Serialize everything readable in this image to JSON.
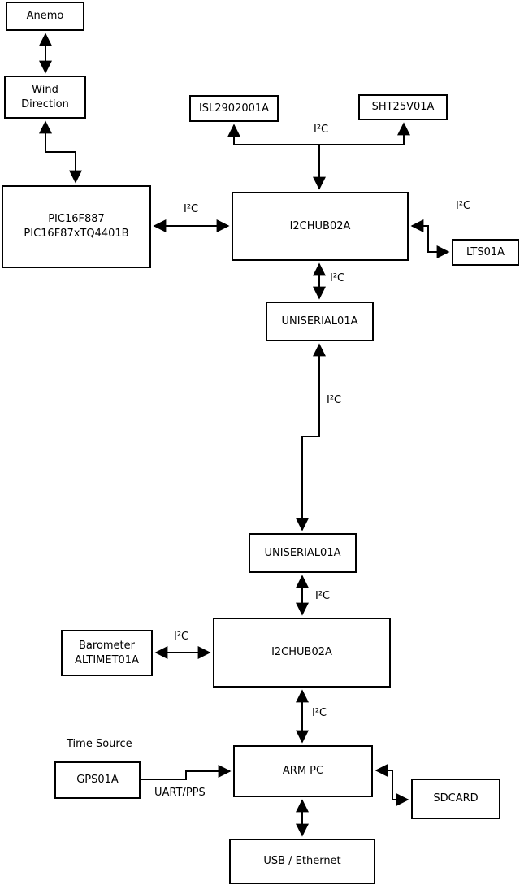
{
  "diagram": {
    "nodes": {
      "anemo": "Anemo",
      "wind_direction": [
        "Wind",
        "Direction"
      ],
      "pic": [
        "PIC16F887",
        "PIC16F87xTQ4401B"
      ],
      "isl": "ISL2902001A",
      "sht": "SHT25V01A",
      "hub1": "I2CHUB02A",
      "lts": "LTS01A",
      "uniserial1": "UNISERIAL01A",
      "uniserial2": "UNISERIAL01A",
      "hub2": "I2CHUB02A",
      "barometer": [
        "Barometer",
        "ALTIMET01A"
      ],
      "gps": "GPS01A",
      "arm_pc": "ARM PC",
      "sdcard": "SDCARD",
      "usb_ethernet": "USB / Ethernet"
    },
    "edge_labels": {
      "i2c": "I²C",
      "uart_pps": "UART/PPS",
      "time_source": "Time Source"
    },
    "colors": {
      "line": "#000000",
      "background": "#ffffff"
    }
  }
}
